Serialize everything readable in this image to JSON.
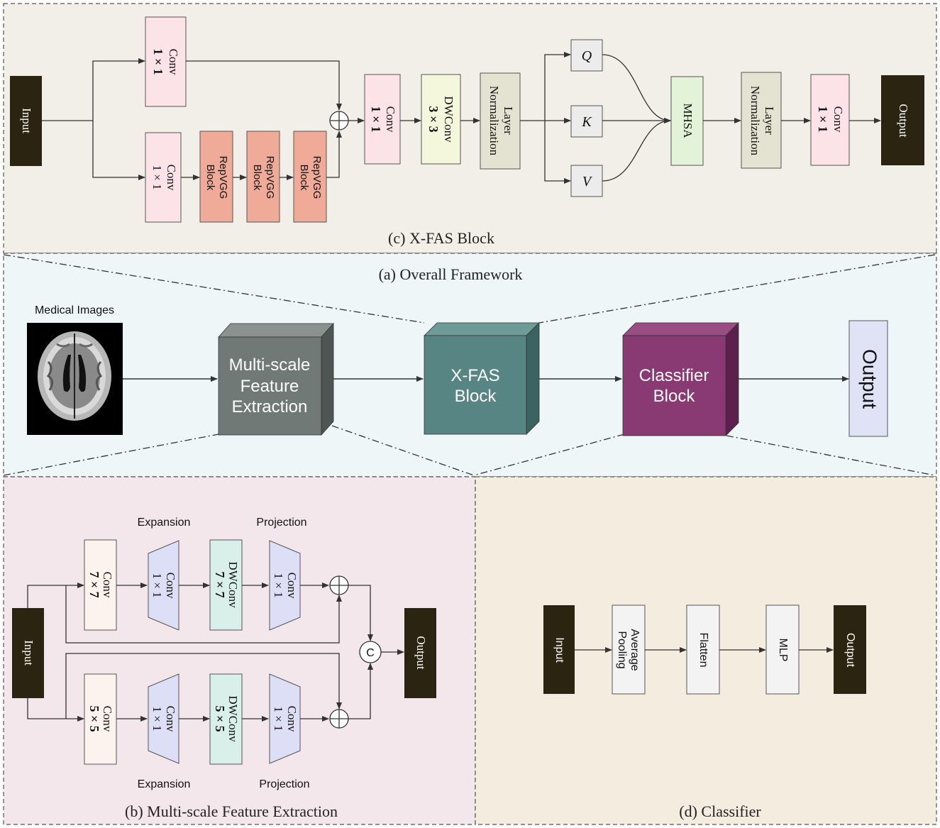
{
  "sections": {
    "xfas_title": "(c) X-FAS Block",
    "overall_title": "(a) Overall Framework",
    "msfe_title": "(b) Multi-scale Feature Extraction",
    "classifier_title": "(d) Classifier"
  },
  "xfas": {
    "input": "Input",
    "conv_top": [
      "Conv",
      "1 × 1"
    ],
    "conv_bottom": [
      "Conv",
      "1 × 1"
    ],
    "repvgg": [
      "RepVGG",
      "Block"
    ],
    "conv_mid": [
      "Conv",
      "1 × 1"
    ],
    "dwconv": [
      "DWConv",
      "3 × 3"
    ],
    "layernorm": [
      "Layer",
      "Normalization"
    ],
    "q": "Q",
    "k": "K",
    "v": "V",
    "mhsa": "MHSA",
    "layernorm2": [
      "Layer",
      "Normalization"
    ],
    "conv_out": [
      "Conv",
      "1 × 1"
    ],
    "output": "Output"
  },
  "overall": {
    "medical_images": "Medical Images",
    "msfe": [
      "Multi-scale",
      "Feature",
      "Extraction"
    ],
    "xfas": [
      "X-FAS",
      "Block"
    ],
    "classifier": [
      "Classifier",
      "Block"
    ],
    "output": "Output"
  },
  "msfe": {
    "input": "Input",
    "expansion_top": "Expansion",
    "projection_top": "Projection",
    "expansion_bottom": "Expansion",
    "projection_bottom": "Projection",
    "conv7": [
      "Conv",
      "7 × 7"
    ],
    "conv1a": [
      "Conv",
      "1 × 1"
    ],
    "dwconv7": [
      "DWConv",
      "7 × 7"
    ],
    "conv1b": [
      "Conv",
      "1 × 1"
    ],
    "conv5": [
      "Conv",
      "5 × 5"
    ],
    "conv1c": [
      "Conv",
      "1 × 1"
    ],
    "dwconv5": [
      "DWConv",
      "5 × 5"
    ],
    "conv1d": [
      "Conv",
      "1 × 1"
    ],
    "concat": "C",
    "output": "Output"
  },
  "classifier": {
    "input": "Input",
    "avgpool": [
      "Average",
      "Pooling"
    ],
    "flatten": "Flatten",
    "mlp": "MLP",
    "output": "Output"
  }
}
